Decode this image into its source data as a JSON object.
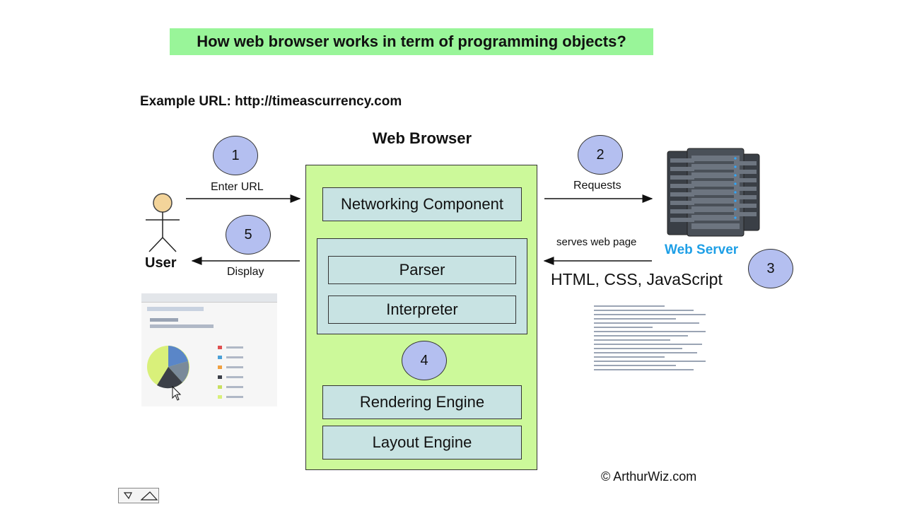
{
  "title": "How web browser works in term of programming objects?",
  "example_url": "Example URL: http://timeascurrency.com",
  "browser": {
    "title": "Web Browser",
    "components": {
      "networking": "Networking Component",
      "parser": "Parser",
      "interpreter": "Interpreter",
      "rendering": "Rendering Engine",
      "layout": "Layout Engine"
    }
  },
  "steps": {
    "s1": "1",
    "s2": "2",
    "s3": "3",
    "s4": "4",
    "s5": "5"
  },
  "labels": {
    "enter_url": "Enter URL",
    "requests": "Requests",
    "serves": "serves web page",
    "display": "Display",
    "user": "User",
    "web_server": "Web Server",
    "formats": "HTML, CSS, JavaScript"
  },
  "copyright": "© ArthurWiz.com",
  "colors": {
    "title_bg": "#99f599",
    "browser_bg": "#ccf99a",
    "component_bg": "#c8e3e3",
    "step_circle": "#b4bff0",
    "server_label": "#1e9fe6"
  }
}
